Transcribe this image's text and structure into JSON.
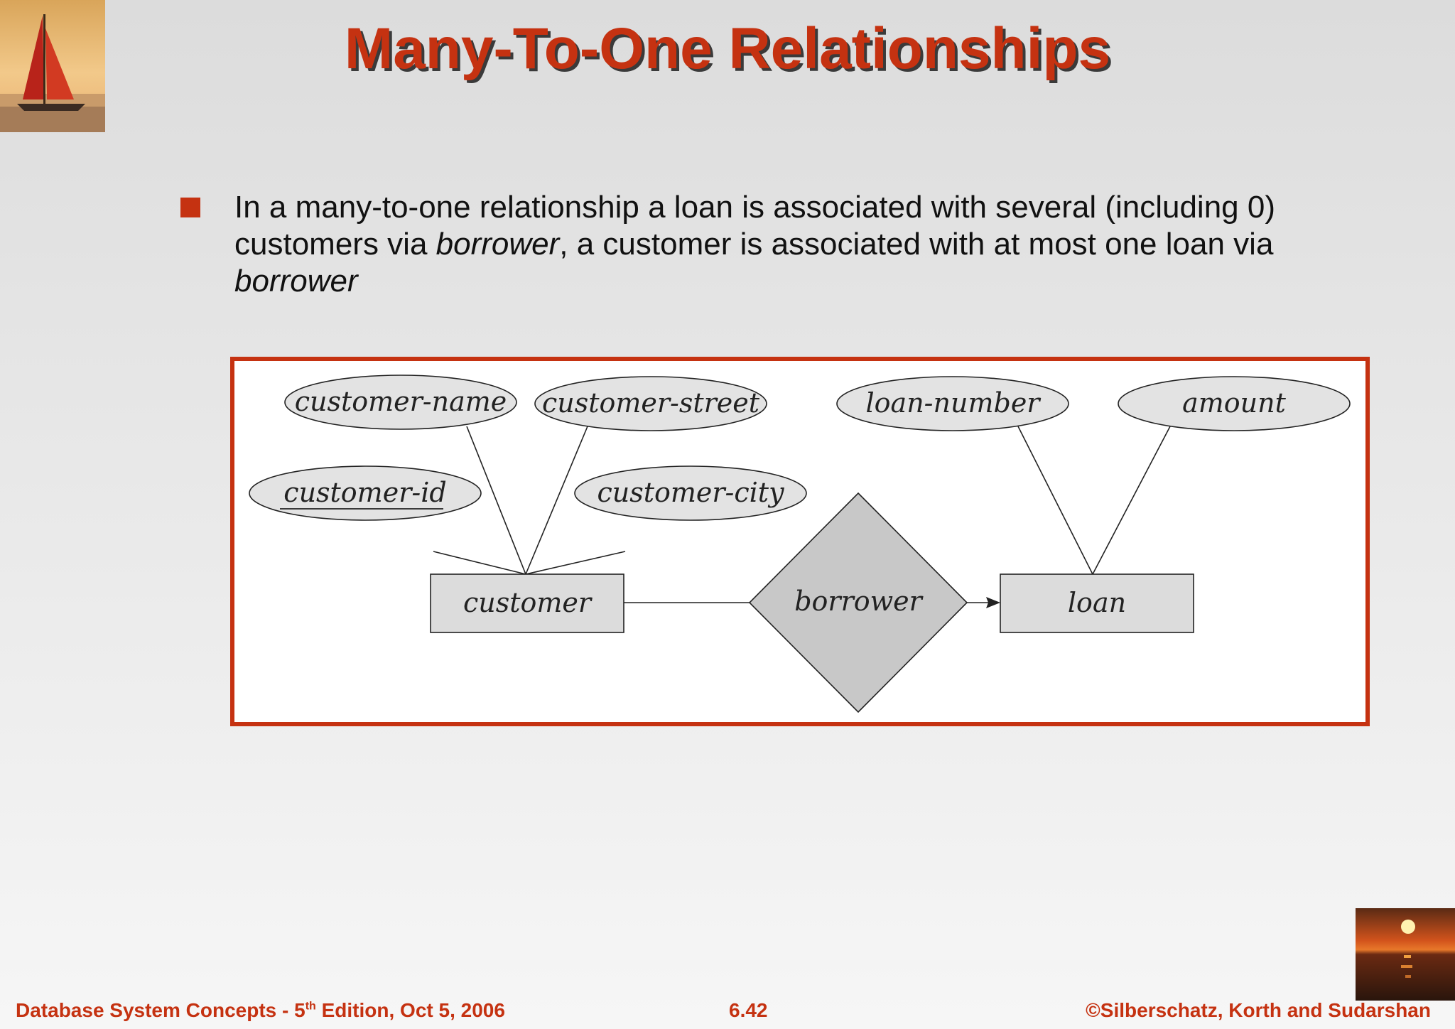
{
  "slide": {
    "title": "Many-To-One Relationships"
  },
  "bullet": {
    "line1": "In a many-to-one relationship a loan is associated with several (including 0)",
    "line2_pre": "customers via ",
    "line2_it": "borrower",
    "line2_post": ", a customer is associated with at most one loan via",
    "line3_it": "borrower"
  },
  "diagram": {
    "entities": {
      "customer": "customer",
      "loan": "loan"
    },
    "relationship": "borrower",
    "attributes": {
      "customer_name": "customer-name",
      "customer_street": "customer-street",
      "customer_id": "customer-id",
      "customer_city": "customer-city",
      "loan_number": "loan-number",
      "amount": "amount"
    }
  },
  "footer": {
    "left_pre": "Database System Concepts - 5",
    "left_sup": "th",
    "left_post": " Edition, Oct 5, 2006",
    "center": "6.42",
    "right": "©Silberschatz, Korth and Sudarshan"
  },
  "colors": {
    "accent": "#c53211",
    "diagram_fill": "#d9d9d9",
    "relationship_fill": "#c8c8c8"
  }
}
